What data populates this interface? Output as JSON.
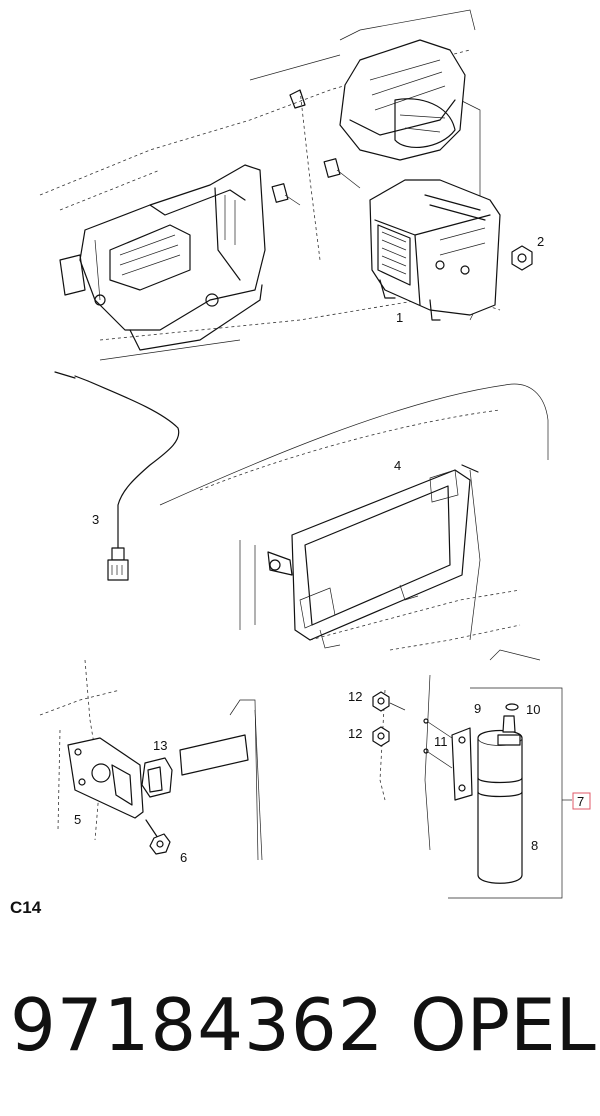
{
  "callouts": {
    "c1": "1",
    "c2": "2",
    "c3": "3",
    "c4": "4",
    "c5": "5",
    "c6": "6",
    "c7": "7",
    "c8": "8",
    "c9": "9",
    "c10": "10",
    "c11": "11",
    "c12a": "12",
    "c12b": "12",
    "c13": "13"
  },
  "highlight_color": "#e05a6a",
  "sheet_code": "C14",
  "footer": {
    "part_number": "97184362",
    "brand": "OPEL"
  }
}
